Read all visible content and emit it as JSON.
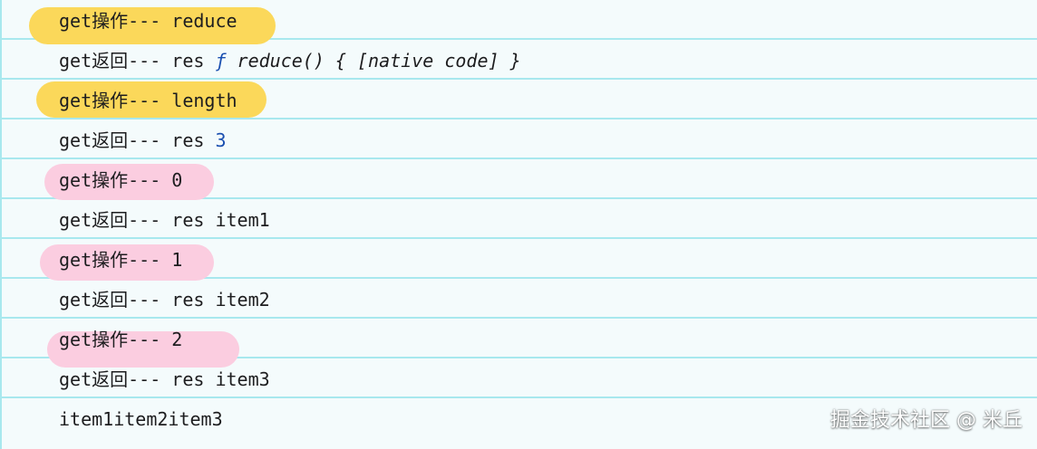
{
  "console": {
    "rows": [
      {
        "prefix": "get操作--- ",
        "value": "reduce",
        "highlight": "yellow"
      },
      {
        "prefix": "get返回--- res ",
        "fn_symbol": "ƒ",
        "fn_body": " reduce() { [native code] }"
      },
      {
        "prefix": "get操作--- ",
        "value": "length",
        "highlight": "yellow"
      },
      {
        "prefix": "get返回--- res ",
        "number": "3"
      },
      {
        "prefix": "get操作--- ",
        "value": "0",
        "highlight": "pink"
      },
      {
        "prefix": "get返回--- res ",
        "value": "item1"
      },
      {
        "prefix": "get操作--- ",
        "value": "1",
        "highlight": "pink"
      },
      {
        "prefix": "get返回--- res ",
        "value": "item2"
      },
      {
        "prefix": "get操作--- ",
        "value": "2",
        "highlight": "pink"
      },
      {
        "prefix": "get返回--- res ",
        "value": "item3"
      },
      {
        "value": "item1item2item3"
      }
    ]
  },
  "watermark": "掘金技术社区 @ 米丘",
  "colors": {
    "highlight_yellow": "#fbd85a",
    "highlight_pink": "#fbcde0",
    "row_border": "#a8e8ee",
    "function_blue": "#1a4fb0"
  }
}
